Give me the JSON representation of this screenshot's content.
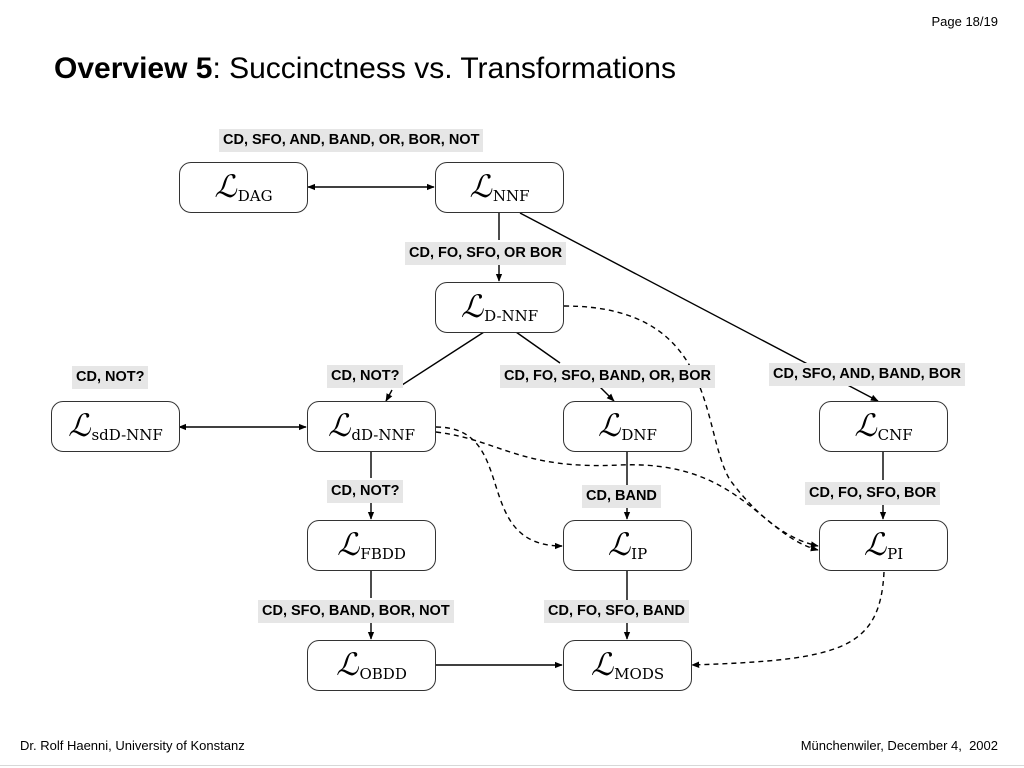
{
  "page_number": "Page 18/19",
  "title": {
    "bold": "Overview 5",
    "rest": ": Succinctness vs. Transformations"
  },
  "footer": {
    "left": "Dr. Rolf Haenni, University of Konstanz",
    "right": "Münchenwiler, December 4,  2002"
  },
  "nodes": {
    "dag": {
      "letter": "ℒ",
      "sub": "DAG"
    },
    "nnf": {
      "letter": "ℒ",
      "sub": "NNF"
    },
    "dnnf": {
      "letter": "ℒ",
      "sub": "D-NNF"
    },
    "sddnnf": {
      "letter": "ℒ",
      "sub": "sdD-NNF"
    },
    "ddnnf": {
      "letter": "ℒ",
      "sub": "dD-NNF"
    },
    "dnf": {
      "letter": "ℒ",
      "sub": "DNF"
    },
    "cnf": {
      "letter": "ℒ",
      "sub": "CNF"
    },
    "fbdd": {
      "letter": "ℒ",
      "sub": "FBDD"
    },
    "ip": {
      "letter": "ℒ",
      "sub": "IP"
    },
    "pi": {
      "letter": "ℒ",
      "sub": "PI"
    },
    "obdd": {
      "letter": "ℒ",
      "sub": "OBDD"
    },
    "mods": {
      "letter": "ℒ",
      "sub": "MODS"
    }
  },
  "labels": {
    "dag_nnf": "CD, SFO, AND, BAND, OR, BOR, NOT",
    "nnf_dnnf": "CD, FO, SFO, OR BOR",
    "sddnnf": "CD, NOT?",
    "dnnf_ddnnf": "CD, NOT?",
    "dnnf_dnf": "CD, FO, SFO, BAND, OR, BOR",
    "nnf_cnf": "CD, SFO, AND, BAND, BOR",
    "ddnnf_fbdd": "CD, NOT?",
    "dnf_ip": "CD, BAND",
    "cnf_pi": "CD, FO, SFO, BOR",
    "fbdd_obdd": "CD, SFO, BAND, BOR, NOT",
    "ip_mods": "CD, FO, SFO, BAND"
  }
}
